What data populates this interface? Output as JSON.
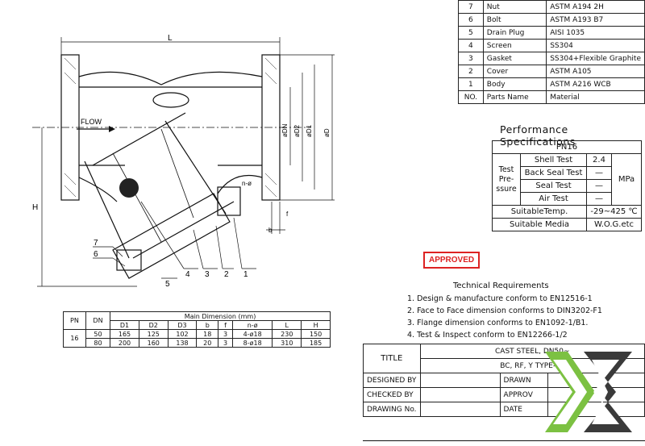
{
  "parts_table": {
    "rows": [
      {
        "no": "7",
        "name": "Nut",
        "material": "ASTM A194 2H"
      },
      {
        "no": "6",
        "name": "Bolt",
        "material": "ASTM A193 B7"
      },
      {
        "no": "5",
        "name": "Drain Plug",
        "material": "AISI 1035"
      },
      {
        "no": "4",
        "name": "Screen",
        "material": "SS304"
      },
      {
        "no": "3",
        "name": "Gasket",
        "material": "SS304+Flexible Graphite"
      },
      {
        "no": "2",
        "name": "Cover",
        "material": "ASTM A105"
      },
      {
        "no": "1",
        "name": "Body",
        "material": "ASTM A216 WCB"
      }
    ],
    "header": {
      "no": "NO.",
      "name": "Parts Name",
      "material": "Material"
    }
  },
  "performance": {
    "title": "Performance Specifications",
    "pn": "PN16",
    "test_label": "Test Pre- ssure",
    "rows": [
      {
        "name": "Shell Test",
        "value": "2.4"
      },
      {
        "name": "Back Seal Test",
        "value": "—"
      },
      {
        "name": "Seal Test",
        "value": "—"
      },
      {
        "name": "Air Test",
        "value": "—"
      }
    ],
    "unit": "MPa",
    "temp_label": "SuitableTemp.",
    "temp_value": "-29~425 ℃",
    "media_label": "Suitable Media",
    "media_value": "W.O.G.etc"
  },
  "approved": "APPROVED",
  "technical": {
    "title": "Technical Requirements",
    "items": [
      "1. Design & manufacture conform to EN12516-1",
      "2. Face to Face dimension conforms to DIN3202-F1",
      "3. Flange dimension conforms to EN1092-1/B1.",
      "4. Test & Inspect conform to EN12266-1/2"
    ]
  },
  "dim_table": {
    "pn_header": "PN",
    "dn_header": "DN",
    "main_header": "Main Dimension (mm)",
    "cols": [
      "D1",
      "D2",
      "D3",
      "b",
      "f",
      "n-ø",
      "L",
      "H"
    ],
    "pn_value": "16",
    "rows": [
      {
        "dn": "50",
        "vals": [
          "165",
          "125",
          "102",
          "18",
          "3",
          "4-ø18",
          "230",
          "150"
        ]
      },
      {
        "dn": "80",
        "vals": [
          "200",
          "160",
          "138",
          "20",
          "3",
          "8-ø18",
          "310",
          "185"
        ]
      }
    ]
  },
  "title_block": {
    "title_label": "TITLE",
    "title_line1": "CAST STEEL, DN50~",
    "title_line2": "BC, RF, Y TYPE-ST",
    "designed_by": "DESIGNED BY",
    "checked_by": "CHECKED BY",
    "drawing_no": "DRAWING No.",
    "drawn": "DRAWN",
    "approved": "APPROV",
    "date": "DATE"
  },
  "drawing_labels": {
    "L": "L",
    "H": "H",
    "flow": "FLOW",
    "dn": "øDN",
    "d2": "øD2",
    "d1": "øD1",
    "d": "øD",
    "nphi": "n-ø",
    "b": "b",
    "f": "f",
    "c1": "1",
    "c2": "2",
    "c3": "3",
    "c4": "4",
    "c5": "5",
    "c6": "6",
    "c7": "7"
  },
  "colors": {
    "approved": "#d22222",
    "logo_green": "#7cc142",
    "logo_gray": "#3a3a3a"
  }
}
